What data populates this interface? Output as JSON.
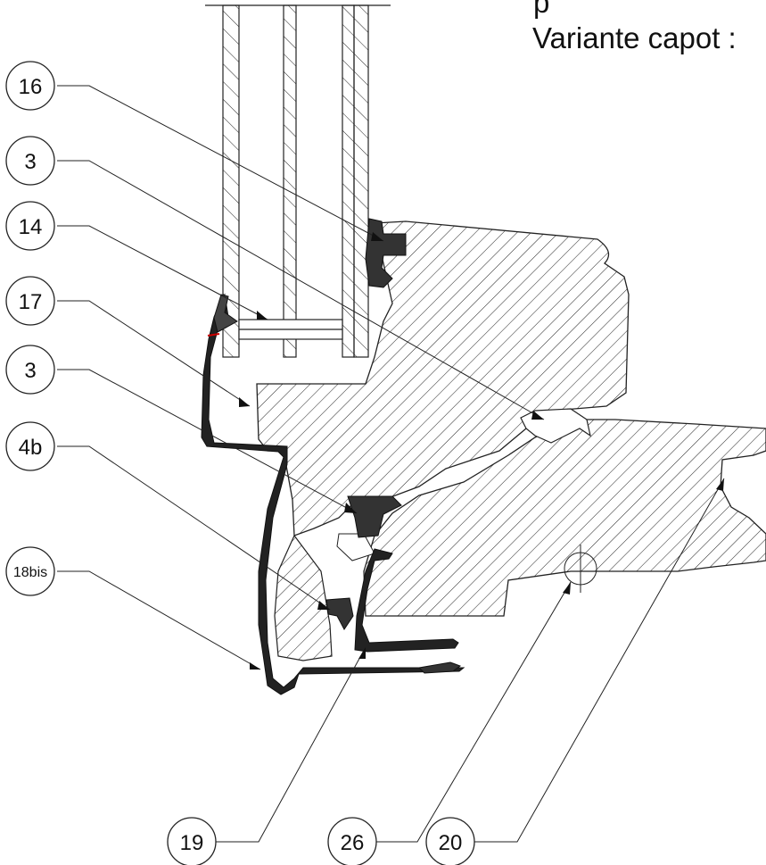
{
  "title": {
    "line1": "p",
    "line2": "Variante capot :"
  },
  "callouts": {
    "left": [
      {
        "id": "16"
      },
      {
        "id": "3"
      },
      {
        "id": "14"
      },
      {
        "id": "17"
      },
      {
        "id": "3"
      },
      {
        "id": "4b"
      },
      {
        "id": "18bis"
      }
    ],
    "bottom": [
      {
        "id": "19"
      },
      {
        "id": "26"
      },
      {
        "id": "20"
      }
    ]
  }
}
